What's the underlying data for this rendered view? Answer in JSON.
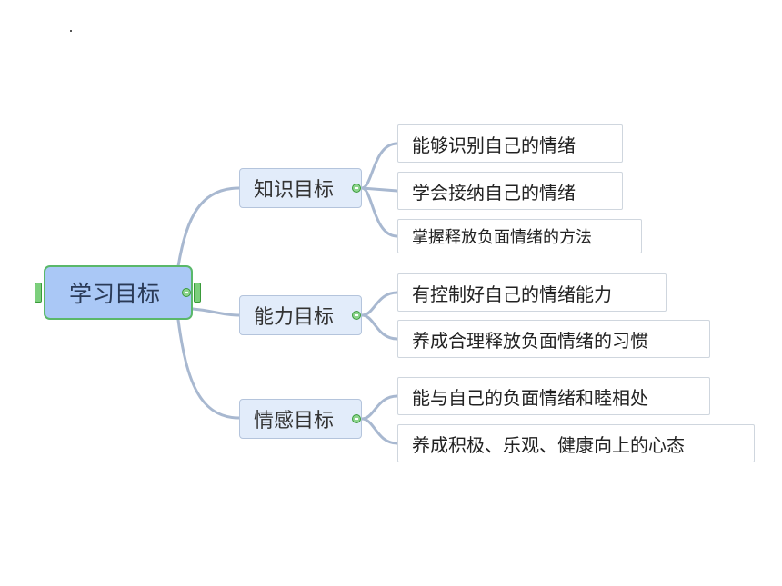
{
  "mindmap": {
    "root": {
      "label": "学习目标"
    },
    "branches": [
      {
        "label": "知识目标",
        "children": [
          "能够识别自己的情绪",
          "学会接纳自己的情绪",
          "掌握释放负面情绪的方法"
        ]
      },
      {
        "label": "能力目标",
        "children": [
          "有控制好自己的情绪能力",
          "养成合理释放负面情绪的习惯"
        ]
      },
      {
        "label": "情感目标",
        "children": [
          "能与自己的负面情绪和睦相处",
          "养成积极、乐观、健康向上的心态"
        ]
      }
    ]
  },
  "colors": {
    "root_fill": "#aac8f6",
    "root_border": "#5ab86a",
    "branch_fill": "#e2ecfa",
    "connector": "#a8b8d0",
    "toggle": "#8cd48c"
  }
}
